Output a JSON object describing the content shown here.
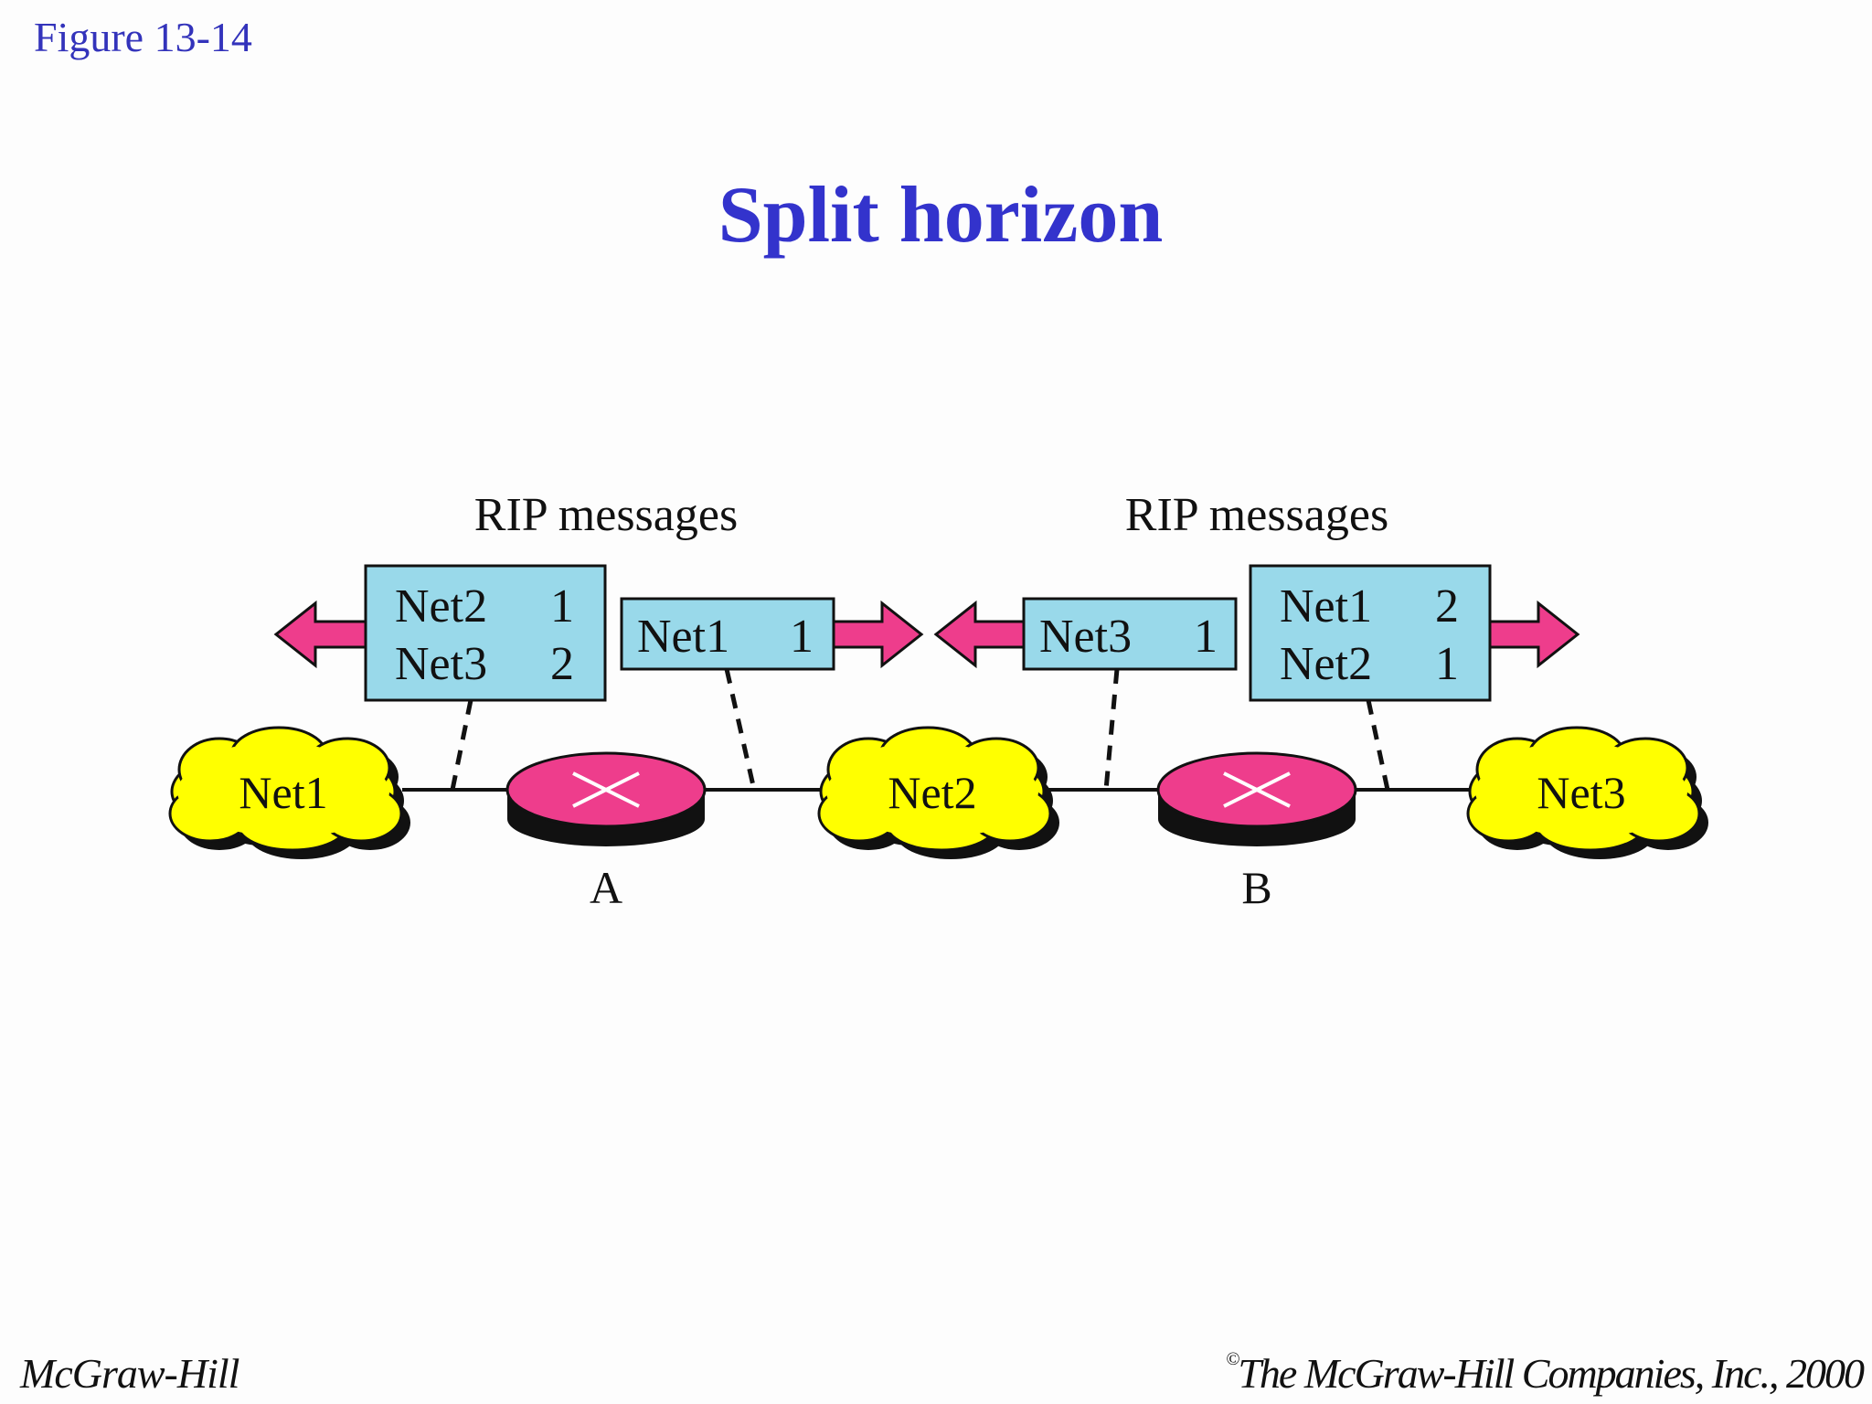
{
  "figure_label": "Figure  13-14",
  "title": "Split horizon",
  "rip_label_left": "RIP messages",
  "rip_label_right": "RIP messages",
  "messages": {
    "a_left": [
      {
        "net": "Net2",
        "hops": "1"
      },
      {
        "net": "Net3",
        "hops": "2"
      }
    ],
    "a_right": [
      {
        "net": "Net1",
        "hops": "1"
      }
    ],
    "b_left": [
      {
        "net": "Net3",
        "hops": "1"
      }
    ],
    "b_right": [
      {
        "net": "Net1",
        "hops": "2"
      },
      {
        "net": "Net2",
        "hops": "1"
      }
    ]
  },
  "networks": [
    "Net1",
    "Net2",
    "Net3"
  ],
  "routers": [
    "A",
    "B"
  ],
  "footer": {
    "left": "McGraw-Hill",
    "right_mark": "©",
    "right": "The McGraw-Hill Companies, Inc., 2000"
  },
  "colors": {
    "title": "#3333cc",
    "message_box": "#99d9ea",
    "cloud": "#ffff00",
    "router": "#ee3d8c",
    "arrow": "#ee3d8c"
  }
}
